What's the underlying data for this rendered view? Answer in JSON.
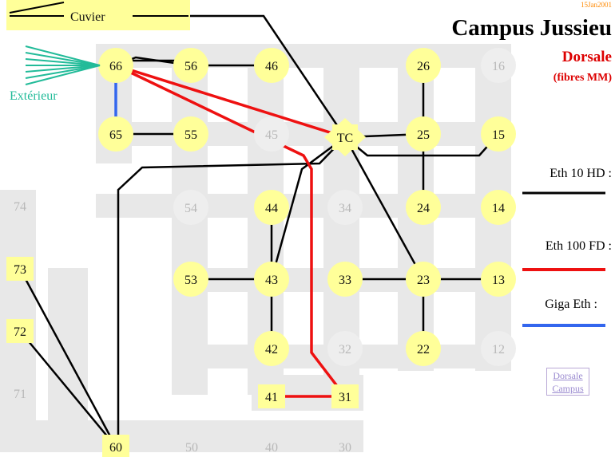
{
  "header": {
    "date": "15Jan2001",
    "title": "Campus Jussieu",
    "subtitle": "Dorsale",
    "subtitle_note": "(fibres MM)"
  },
  "labels": {
    "cuvier": "Cuvier",
    "exterieur": "Extérieur",
    "dorsale_campus": "Dorsale Campus"
  },
  "legend": [
    {
      "label": "Eth 10 HD :",
      "color": "#000000"
    },
    {
      "label": "Eth 100 FD :",
      "color": "#ee1111"
    },
    {
      "label": "Giga Eth :",
      "color": "#3366ee"
    }
  ],
  "colors": {
    "node_fill": "#ffff99",
    "node_faded_fill": "#eeeeee",
    "grid": "#e8e8e8",
    "eth10": "#000000",
    "eth100": "#ee1111",
    "giga": "#3366ee",
    "exterieur": "#22bb99",
    "dorsale": "#dd0000",
    "date": "#ff8800"
  },
  "nodes": [
    {
      "id": "66",
      "label": "66",
      "active": true,
      "shape": "circle"
    },
    {
      "id": "56",
      "label": "56",
      "active": true,
      "shape": "circle"
    },
    {
      "id": "46",
      "label": "46",
      "active": true,
      "shape": "circle"
    },
    {
      "id": "26",
      "label": "26",
      "active": true,
      "shape": "circle"
    },
    {
      "id": "16",
      "label": "16",
      "active": false,
      "shape": "circle"
    },
    {
      "id": "65",
      "label": "65",
      "active": true,
      "shape": "circle"
    },
    {
      "id": "55",
      "label": "55",
      "active": true,
      "shape": "circle"
    },
    {
      "id": "45",
      "label": "45",
      "active": false,
      "shape": "circle"
    },
    {
      "id": "TC",
      "label": "TC",
      "active": true,
      "shape": "diamond"
    },
    {
      "id": "25",
      "label": "25",
      "active": true,
      "shape": "circle"
    },
    {
      "id": "15",
      "label": "15",
      "active": true,
      "shape": "circle"
    },
    {
      "id": "74",
      "label": "74",
      "active": false,
      "shape": "plain"
    },
    {
      "id": "54",
      "label": "54",
      "active": false,
      "shape": "circle"
    },
    {
      "id": "44",
      "label": "44",
      "active": true,
      "shape": "circle"
    },
    {
      "id": "34",
      "label": "34",
      "active": false,
      "shape": "circle"
    },
    {
      "id": "24",
      "label": "24",
      "active": true,
      "shape": "circle"
    },
    {
      "id": "14",
      "label": "14",
      "active": true,
      "shape": "circle"
    },
    {
      "id": "73",
      "label": "73",
      "active": true,
      "shape": "square"
    },
    {
      "id": "53",
      "label": "53",
      "active": true,
      "shape": "circle"
    },
    {
      "id": "43",
      "label": "43",
      "active": true,
      "shape": "circle"
    },
    {
      "id": "33",
      "label": "33",
      "active": true,
      "shape": "circle"
    },
    {
      "id": "23",
      "label": "23",
      "active": true,
      "shape": "circle"
    },
    {
      "id": "13",
      "label": "13",
      "active": true,
      "shape": "circle"
    },
    {
      "id": "72",
      "label": "72",
      "active": true,
      "shape": "square"
    },
    {
      "id": "42",
      "label": "42",
      "active": true,
      "shape": "circle"
    },
    {
      "id": "32",
      "label": "32",
      "active": false,
      "shape": "circle"
    },
    {
      "id": "22",
      "label": "22",
      "active": true,
      "shape": "circle"
    },
    {
      "id": "12",
      "label": "12",
      "active": false,
      "shape": "circle"
    },
    {
      "id": "71",
      "label": "71",
      "active": false,
      "shape": "plain"
    },
    {
      "id": "41",
      "label": "41",
      "active": true,
      "shape": "square"
    },
    {
      "id": "31",
      "label": "31",
      "active": true,
      "shape": "square"
    },
    {
      "id": "60",
      "label": "60",
      "active": true,
      "shape": "square"
    },
    {
      "id": "50",
      "label": "50",
      "active": false,
      "shape": "plain"
    },
    {
      "id": "40",
      "label": "40",
      "active": false,
      "shape": "plain"
    },
    {
      "id": "30",
      "label": "30",
      "active": false,
      "shape": "plain"
    }
  ],
  "links": [
    {
      "from": "66",
      "to": "56",
      "type": "eth10"
    },
    {
      "from": "56",
      "to": "46",
      "type": "eth10"
    },
    {
      "from": "66",
      "to": "65",
      "type": "giga"
    },
    {
      "from": "65",
      "to": "55",
      "type": "eth10"
    },
    {
      "from": "26",
      "to": "25",
      "type": "eth10"
    },
    {
      "from": "TC",
      "to": "25",
      "type": "eth10"
    },
    {
      "from": "25",
      "to": "24",
      "type": "eth10"
    },
    {
      "from": "TC",
      "to": "15",
      "type": "eth10"
    },
    {
      "from": "TC",
      "to": "23",
      "type": "eth10"
    },
    {
      "from": "TC",
      "to": "43",
      "type": "eth10"
    },
    {
      "from": "TC",
      "to": "60",
      "type": "eth10"
    },
    {
      "from": "Cuvier",
      "to": "TC",
      "type": "eth10"
    },
    {
      "from": "44",
      "to": "43",
      "type": "eth10"
    },
    {
      "from": "53",
      "to": "43",
      "type": "eth10"
    },
    {
      "from": "43",
      "to": "42",
      "type": "eth10"
    },
    {
      "from": "33",
      "to": "23",
      "type": "eth10"
    },
    {
      "from": "23",
      "to": "13",
      "type": "eth10"
    },
    {
      "from": "23",
      "to": "22",
      "type": "eth10"
    },
    {
      "from": "73",
      "to": "60",
      "type": "eth10"
    },
    {
      "from": "72",
      "to": "60",
      "type": "eth10"
    },
    {
      "from": "66",
      "to": "TC",
      "type": "eth100"
    },
    {
      "from": "66",
      "to": "31",
      "type": "eth100"
    },
    {
      "from": "41",
      "to": "31",
      "type": "eth100"
    }
  ]
}
